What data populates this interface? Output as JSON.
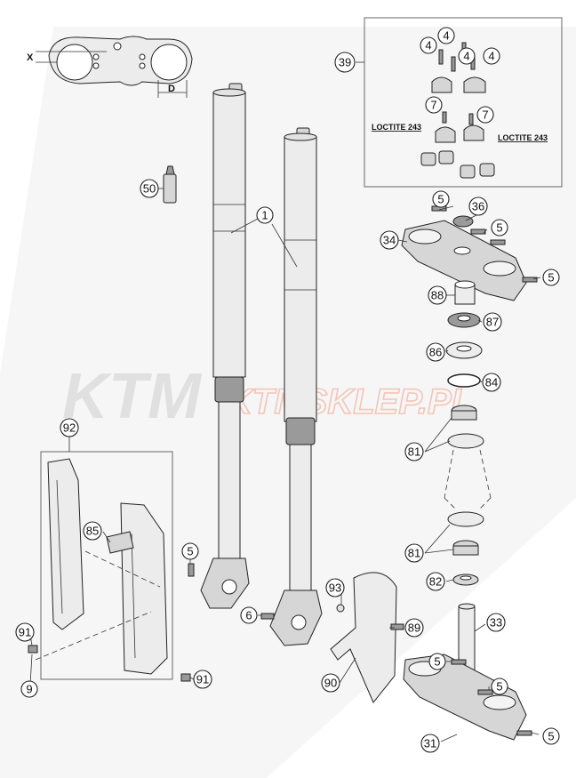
{
  "watermark": {
    "brand": "KTM",
    "shop": "KTMSKLEP.PL"
  },
  "dimension_labels": {
    "x": "X",
    "d": "D"
  },
  "notes": {
    "loctite_left": "LOCTITE 243",
    "loctite_right": "LOCTITE 243"
  },
  "callouts": {
    "c1": "1",
    "c4a": "4",
    "c4b": "4",
    "c4c": "4",
    "c4d": "4",
    "c5a": "5",
    "c5b": "5",
    "c5c": "5",
    "c5d": "5",
    "c5e": "5",
    "c5f": "5",
    "c5g": "5",
    "c6": "6",
    "c7a": "7",
    "c7b": "7",
    "c9": "9",
    "c31": "31",
    "c33": "33",
    "c34": "34",
    "c36": "36",
    "c39": "39",
    "c50": "50",
    "c81a": "81",
    "c81b": "81",
    "c82": "82",
    "c84": "84",
    "c85": "85",
    "c86": "86",
    "c87": "87",
    "c88": "88",
    "c89": "89",
    "c90": "90",
    "c91a": "91",
    "c91b": "91",
    "c92": "92",
    "c93": "93"
  }
}
